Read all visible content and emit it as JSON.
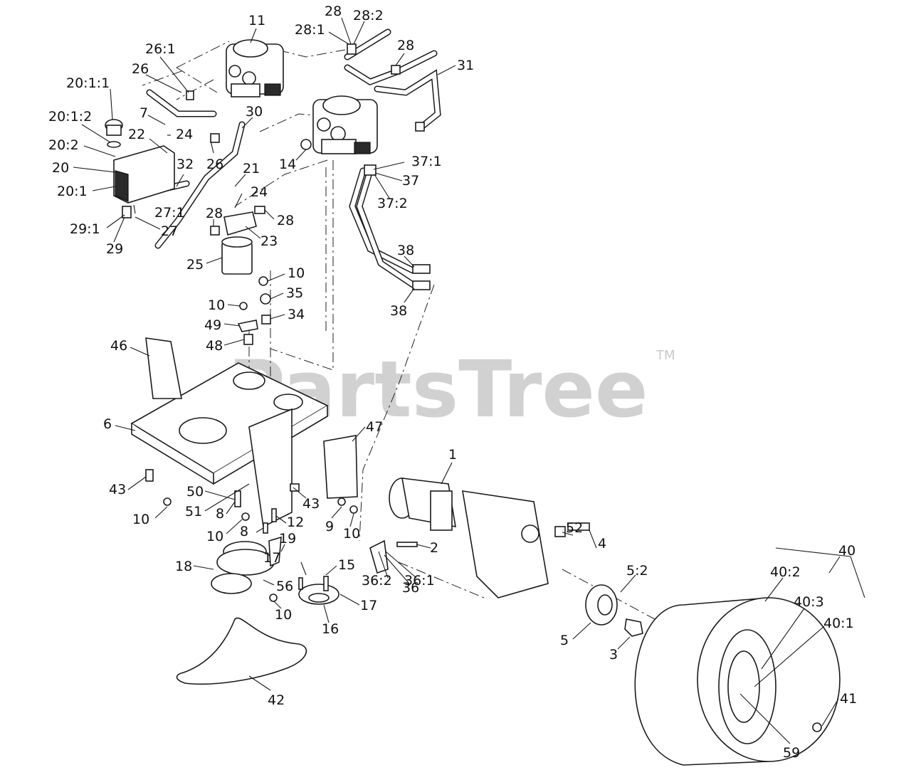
{
  "watermark": {
    "brand": "PartsTree",
    "trademark": "TM"
  },
  "callouts": [
    {
      "id": "c11",
      "text": "11"
    },
    {
      "id": "c28a",
      "text": "28"
    },
    {
      "id": "c28-2",
      "text": "28:2"
    },
    {
      "id": "c28-1",
      "text": "28:1"
    },
    {
      "id": "c28b",
      "text": "28"
    },
    {
      "id": "c31",
      "text": "31"
    },
    {
      "id": "c26-1",
      "text": "26:1"
    },
    {
      "id": "c26a",
      "text": "26"
    },
    {
      "id": "c20-1-1",
      "text": "20:1:1"
    },
    {
      "id": "c30",
      "text": "30"
    },
    {
      "id": "c7",
      "text": "7"
    },
    {
      "id": "c20-1-2",
      "text": "20:1:2"
    },
    {
      "id": "c24a",
      "text": "24"
    },
    {
      "id": "c22",
      "text": "22"
    },
    {
      "id": "c20-2",
      "text": "20:2"
    },
    {
      "id": "c26b",
      "text": "26"
    },
    {
      "id": "c14",
      "text": "14"
    },
    {
      "id": "c37-1",
      "text": "37:1"
    },
    {
      "id": "c20",
      "text": "20"
    },
    {
      "id": "c32",
      "text": "32"
    },
    {
      "id": "c21",
      "text": "21"
    },
    {
      "id": "c37",
      "text": "37"
    },
    {
      "id": "c20-1",
      "text": "20:1"
    },
    {
      "id": "c24b",
      "text": "24"
    },
    {
      "id": "c37-2",
      "text": "37:2"
    },
    {
      "id": "c27-1",
      "text": "27:1"
    },
    {
      "id": "c28c",
      "text": "28"
    },
    {
      "id": "c28d",
      "text": "28"
    },
    {
      "id": "c29-1",
      "text": "29:1"
    },
    {
      "id": "c27",
      "text": "27"
    },
    {
      "id": "c23",
      "text": "23"
    },
    {
      "id": "c29",
      "text": "29"
    },
    {
      "id": "c38a",
      "text": "38"
    },
    {
      "id": "c25",
      "text": "25"
    },
    {
      "id": "c10a",
      "text": "10"
    },
    {
      "id": "c35",
      "text": "35"
    },
    {
      "id": "c10b",
      "text": "10"
    },
    {
      "id": "c34",
      "text": "34"
    },
    {
      "id": "c38b",
      "text": "38"
    },
    {
      "id": "c49",
      "text": "49"
    },
    {
      "id": "c46",
      "text": "46"
    },
    {
      "id": "c48",
      "text": "48"
    },
    {
      "id": "c6",
      "text": "6"
    },
    {
      "id": "c47",
      "text": "47"
    },
    {
      "id": "c1",
      "text": "1"
    },
    {
      "id": "c43a",
      "text": "43"
    },
    {
      "id": "c50",
      "text": "50"
    },
    {
      "id": "c51",
      "text": "51"
    },
    {
      "id": "c43b",
      "text": "43"
    },
    {
      "id": "c8a",
      "text": "8"
    },
    {
      "id": "c10c",
      "text": "10"
    },
    {
      "id": "c12",
      "text": "12"
    },
    {
      "id": "c9",
      "text": "9"
    },
    {
      "id": "c10d",
      "text": "10"
    },
    {
      "id": "c10e",
      "text": "10"
    },
    {
      "id": "c8b",
      "text": "8"
    },
    {
      "id": "c19",
      "text": "19"
    },
    {
      "id": "c52",
      "text": "52"
    },
    {
      "id": "c4",
      "text": "4"
    },
    {
      "id": "c2",
      "text": "2"
    },
    {
      "id": "c40",
      "text": "40"
    },
    {
      "id": "c17a",
      "text": "17"
    },
    {
      "id": "c15",
      "text": "15"
    },
    {
      "id": "c18",
      "text": "18"
    },
    {
      "id": "c36-2",
      "text": "36:2"
    },
    {
      "id": "c36-1",
      "text": "36:1"
    },
    {
      "id": "c5-2",
      "text": "5:2"
    },
    {
      "id": "c40-2",
      "text": "40:2"
    },
    {
      "id": "c56",
      "text": "56"
    },
    {
      "id": "c36",
      "text": "36"
    },
    {
      "id": "c40-3",
      "text": "40:3"
    },
    {
      "id": "c17b",
      "text": "17"
    },
    {
      "id": "c10f",
      "text": "10"
    },
    {
      "id": "c40-1",
      "text": "40:1"
    },
    {
      "id": "c16",
      "text": "16"
    },
    {
      "id": "c5",
      "text": "5"
    },
    {
      "id": "c3",
      "text": "3"
    },
    {
      "id": "c42",
      "text": "42"
    },
    {
      "id": "c41",
      "text": "41"
    },
    {
      "id": "c59",
      "text": "59"
    }
  ]
}
